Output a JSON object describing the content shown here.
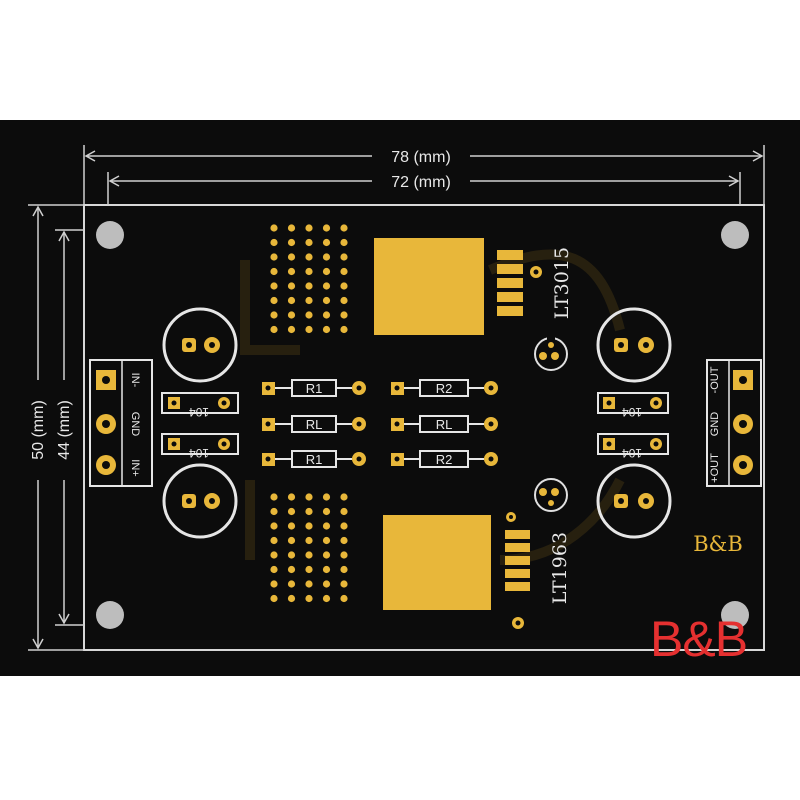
{
  "dimensions": {
    "outer_width": "78 (mm)",
    "inner_width": "72 (mm)",
    "outer_height": "50 (mm)",
    "inner_height": "44 (mm)"
  },
  "chips": {
    "top": "LT3015",
    "bottom": "LT1963"
  },
  "terminals": {
    "input": [
      "IN-",
      "GND",
      "IN+"
    ],
    "output": [
      "-OUT",
      "GND",
      "+OUT"
    ]
  },
  "capacitor_label": "104",
  "resistors": {
    "left": [
      "R1",
      "RL",
      "R1"
    ],
    "right": [
      "R2",
      "RL",
      "R2"
    ]
  },
  "board_logo": "B&B",
  "watermark": "B&B",
  "colors": {
    "board": "#0c0c0c",
    "copper": "#e8b73a",
    "silkscreen": "#e6e6e6",
    "watermark": "#e53030"
  }
}
